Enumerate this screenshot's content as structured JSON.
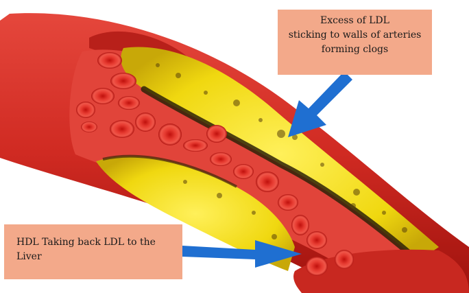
{
  "ldl_callout": {
    "line1": "Excess of LDL",
    "line2": "sticking to walls of arteries",
    "line3": "forming clogs"
  },
  "hdl_callout": {
    "text": "HDL Taking back LDL to the Liver"
  },
  "colors": {
    "vessel_wall": "#d8322a",
    "vessel_dark": "#a8140f",
    "lumen": "#e84a3a",
    "plaque": "#f2dc14",
    "plaque_dark": "#3a2a08",
    "blood_cell": "#e0221d",
    "callout_bg": "#f3a98a",
    "arrow": "#1f6fd1"
  }
}
